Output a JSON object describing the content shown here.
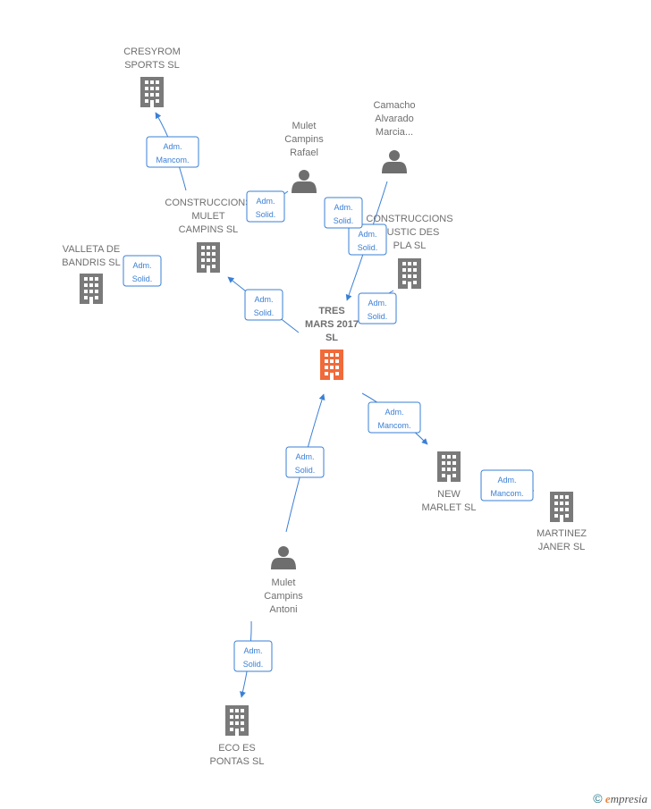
{
  "nodes": [
    {
      "id": "tres_mars",
      "type": "company",
      "focus": true,
      "lines": [
        "TRES",
        "MARS 2017",
        "SL"
      ]
    },
    {
      "id": "cresyrom",
      "type": "company",
      "lines": [
        "CRESYROM",
        "SPORTS SL"
      ]
    },
    {
      "id": "construccions_mulet",
      "type": "company",
      "lines": [
        "CONSTRUCCIONS",
        "MULET",
        "CAMPINS SL"
      ]
    },
    {
      "id": "valleta",
      "type": "company",
      "lines": [
        "VALLETA DE",
        "BANDRIS  SL"
      ]
    },
    {
      "id": "mulet_rafael",
      "type": "person",
      "lines": [
        "Mulet",
        "Campins",
        "Rafael"
      ]
    },
    {
      "id": "camacho",
      "type": "person",
      "lines": [
        "Camacho",
        "Alvarado",
        "Marcia..."
      ]
    },
    {
      "id": "construccions_rustic",
      "type": "company",
      "lines": [
        "CONSTRUCCIONS",
        "RUSTIC DES",
        "PLA  SL"
      ]
    },
    {
      "id": "new_marlet",
      "type": "company",
      "lines": [
        "NEW",
        "MARLET  SL"
      ]
    },
    {
      "id": "martinez_janer",
      "type": "company",
      "lines": [
        "MARTINEZ",
        "JANER  SL"
      ]
    },
    {
      "id": "mulet_antoni",
      "type": "person",
      "lines": [
        "Mulet",
        "Campins",
        "Antoni"
      ]
    },
    {
      "id": "eco_es_pontas",
      "type": "company",
      "lines": [
        "ECO ES",
        "PONTAS  SL"
      ]
    }
  ],
  "relations": [
    {
      "id": "r1",
      "lines": [
        "Adm.",
        "Mancom."
      ]
    },
    {
      "id": "r2",
      "lines": [
        "Adm.",
        "Solid."
      ]
    },
    {
      "id": "r3",
      "lines": [
        "Adm.",
        "Solid."
      ]
    },
    {
      "id": "r4",
      "lines": [
        "Adm.",
        "Solid."
      ]
    },
    {
      "id": "r5",
      "lines": [
        "Adm.",
        "Solid."
      ]
    },
    {
      "id": "r6",
      "lines": [
        "Adm.",
        "Solid."
      ]
    },
    {
      "id": "r7",
      "lines": [
        "Adm.",
        "Solid."
      ]
    },
    {
      "id": "r8",
      "lines": [
        "Adm.",
        "Mancom."
      ]
    },
    {
      "id": "r9",
      "lines": [
        "Adm.",
        "Mancom."
      ]
    },
    {
      "id": "r10",
      "lines": [
        "Adm.",
        "Solid."
      ]
    },
    {
      "id": "r11",
      "lines": [
        "Adm.",
        "Solid."
      ]
    }
  ],
  "colors": {
    "focus": "#f06a3a",
    "company": "#7a7a7a",
    "person": "#6e6e6e",
    "edge": "#3a7fd6"
  },
  "brand": {
    "copyright": "©",
    "name": "mpresia",
    "initial": "e"
  }
}
